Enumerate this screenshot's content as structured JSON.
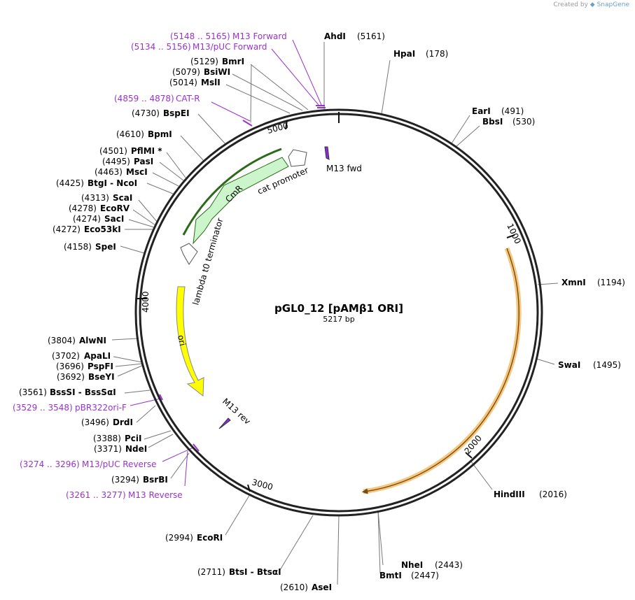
{
  "credit": {
    "prefix": "Created by",
    "brand": "SnapGene"
  },
  "plasmid": {
    "name": "pGL0_12 [pAMβ1 ORI]",
    "length_label": "5217 bp",
    "length_bp": 5217
  },
  "scale_ticks": [
    "1000",
    "2000",
    "3000",
    "4000",
    "5000"
  ],
  "features": [
    {
      "name": "M13 fwd",
      "kind": "primer_bind",
      "color": "#8a2be2"
    },
    {
      "name": "cat promoter",
      "kind": "promoter",
      "color": "#ffffff"
    },
    {
      "name": "CmR",
      "kind": "cds",
      "color": "#ccf5cc"
    },
    {
      "name": "lambda t0 terminator",
      "kind": "terminator",
      "color": "#ffffff"
    },
    {
      "name": "ori",
      "kind": "rep_origin",
      "color": "#ffff00"
    },
    {
      "name": "M13 rev",
      "kind": "primer_bind",
      "color": "#8a2be2"
    }
  ],
  "sites_right": [
    {
      "name": "AhdI",
      "pos": "(5161)"
    },
    {
      "name": "HpaI",
      "pos": "(178)"
    },
    {
      "name": "EarI",
      "pos": "(491)"
    },
    {
      "name": "BbsI",
      "pos": "(530)"
    },
    {
      "name": "XmnI",
      "pos": "(1194)"
    },
    {
      "name": "SwaI",
      "pos": "(1495)"
    },
    {
      "name": "HindIII",
      "pos": "(2016)"
    },
    {
      "name": "NheI",
      "pos": "(2443)"
    },
    {
      "name": "BmtI",
      "pos": "(2447)"
    }
  ],
  "sites_left": [
    {
      "pos": "(5129)",
      "name": "BmrI"
    },
    {
      "pos": "(5079)",
      "name": "BsiWI"
    },
    {
      "pos": "(5014)",
      "name": "MslI"
    },
    {
      "pos": "(4730)",
      "name": "BspEI"
    },
    {
      "pos": "(4610)",
      "name": "BpmI"
    },
    {
      "pos": "(4501)",
      "name": "PflMI *"
    },
    {
      "pos": "(4495)",
      "name": "PasI"
    },
    {
      "pos": "(4463)",
      "name": "MscI"
    },
    {
      "pos": "(4425)",
      "name": "BtgI  - NcoI"
    },
    {
      "pos": "(4313)",
      "name": "ScaI"
    },
    {
      "pos": "(4278)",
      "name": "EcoRV"
    },
    {
      "pos": "(4274)",
      "name": "SacI"
    },
    {
      "pos": "(4272)",
      "name": "Eco53kI"
    },
    {
      "pos": "(4158)",
      "name": "SpeI"
    },
    {
      "pos": "(3804)",
      "name": "AlwNI"
    },
    {
      "pos": "(3702)",
      "name": "ApaLI"
    },
    {
      "pos": "(3696)",
      "name": "PspFI"
    },
    {
      "pos": "(3692)",
      "name": "BseYI"
    },
    {
      "pos": "(3561)",
      "name": "BssSI  - BssSαI"
    },
    {
      "pos": "(3496)",
      "name": "DrdI"
    },
    {
      "pos": "(3388)",
      "name": "PciI"
    },
    {
      "pos": "(3371)",
      "name": "NdeI"
    },
    {
      "pos": "(3294)",
      "name": "BsrBI"
    },
    {
      "pos": "(2994)",
      "name": "EcoRI"
    },
    {
      "pos": "(2711)",
      "name": "BtsI  - BtsαI"
    },
    {
      "pos": "(2610)",
      "name": "AseI"
    }
  ],
  "primers": [
    {
      "range": "(5148 .. 5165)",
      "name": "M13 Forward"
    },
    {
      "range": "(5134 .. 5156)",
      "name": "M13/pUC Forward"
    },
    {
      "range": "(4859 .. 4878)",
      "name": "CAT-R"
    },
    {
      "range": "(3529 .. 3548)",
      "name": "pBR322ori-F"
    },
    {
      "range": "(3274 .. 3296)",
      "name": "M13/pUC Reverse"
    },
    {
      "range": "(3261 .. 3277)",
      "name": "M13 Reverse"
    }
  ],
  "colors": {
    "backbone": "#222222",
    "primer_text": "#9933cc",
    "orange_arc": "#f5c77e"
  }
}
